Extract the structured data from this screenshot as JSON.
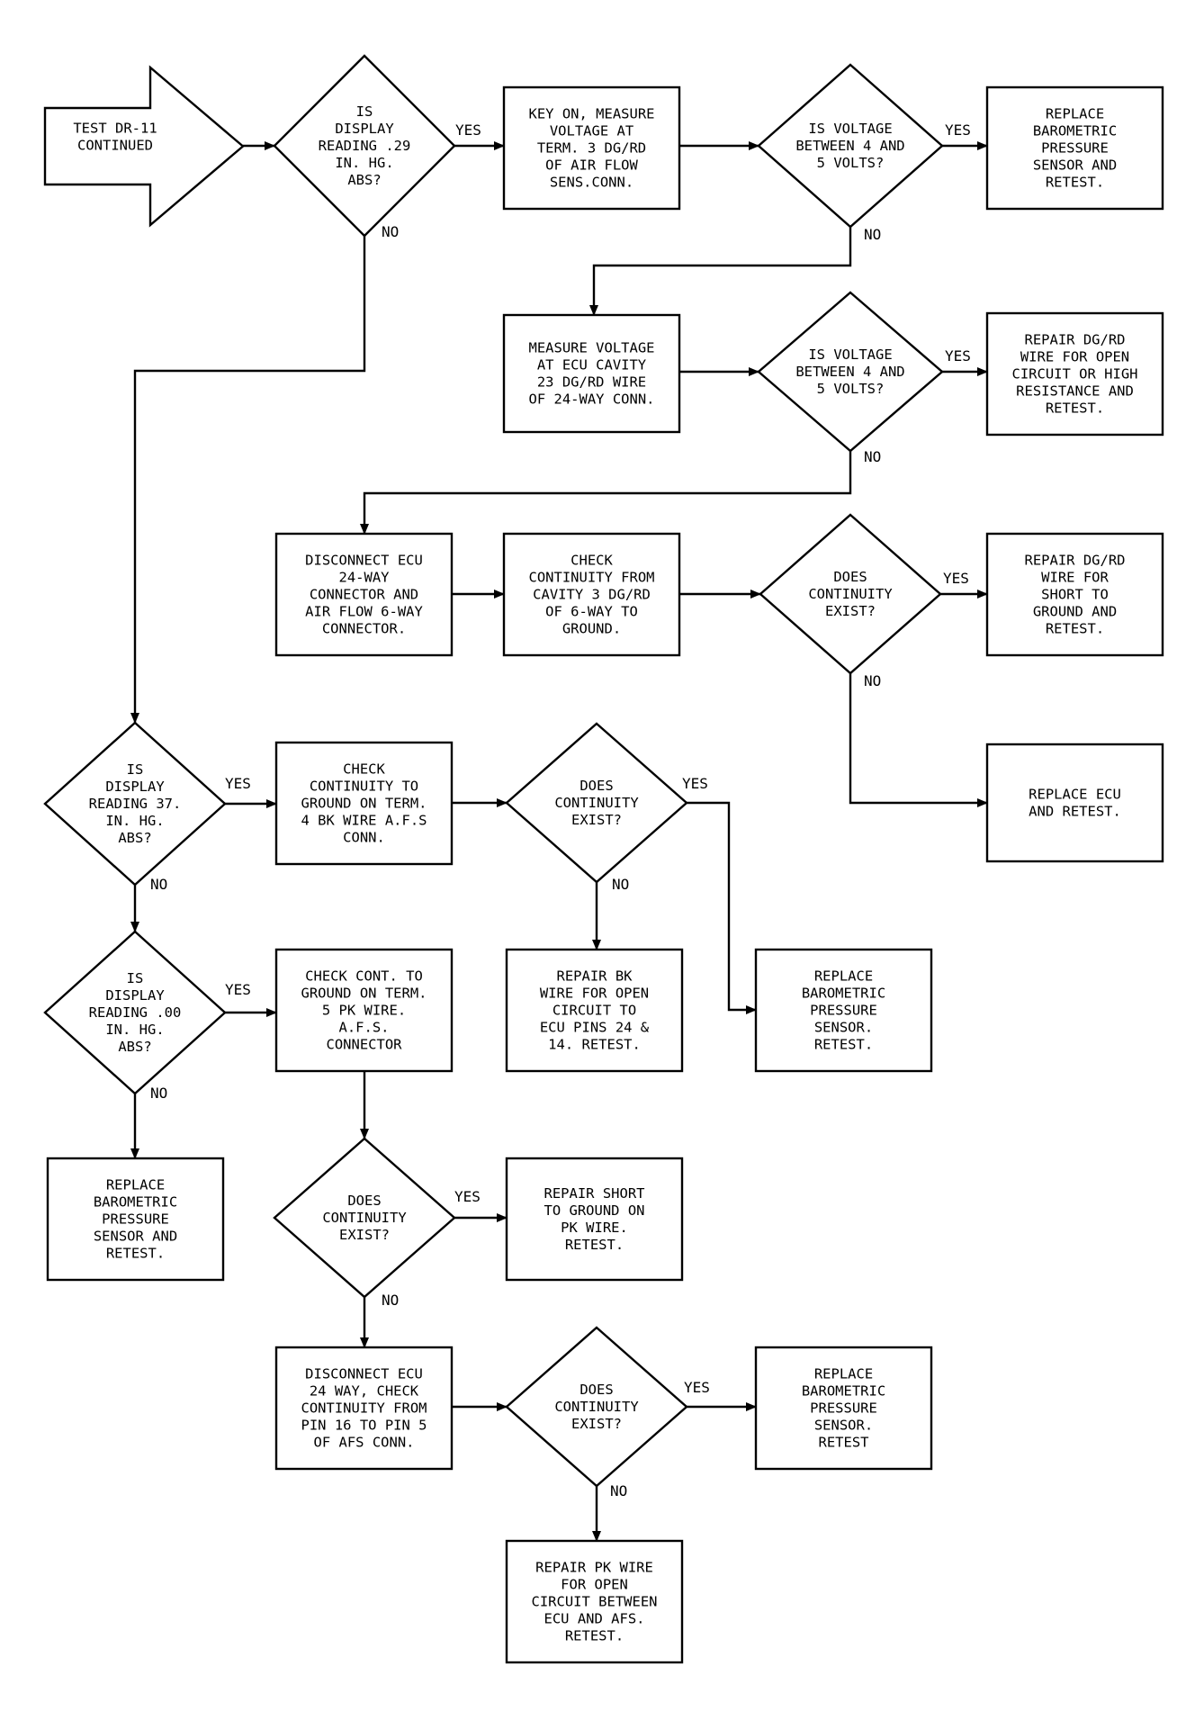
{
  "nodes": {
    "start": {
      "lines": [
        "TEST DR-11",
        "CONTINUED"
      ]
    },
    "d_display_29": {
      "lines": [
        "IS",
        "DISPLAY",
        "READING .29",
        "IN. HG.",
        "ABS?"
      ]
    },
    "p_key_on": {
      "lines": [
        "KEY ON, MEASURE",
        "VOLTAGE AT",
        "TERM. 3 DG/RD",
        "OF AIR FLOW",
        "SENS.CONN."
      ]
    },
    "d_voltage_1": {
      "lines": [
        "IS VOLTAGE",
        "BETWEEN 4 AND",
        "5 VOLTS?"
      ]
    },
    "e_replace_baro_1": {
      "lines": [
        "REPLACE",
        "BAROMETRIC",
        "PRESSURE",
        "SENSOR AND",
        "RETEST."
      ]
    },
    "p_measure_ecu": {
      "lines": [
        "MEASURE VOLTAGE",
        "AT ECU CAVITY",
        "23 DG/RD WIRE",
        "OF 24-WAY CONN."
      ]
    },
    "d_voltage_2": {
      "lines": [
        "IS VOLTAGE",
        "BETWEEN 4 AND",
        "5 VOLTS?"
      ]
    },
    "e_repair_open_high": {
      "lines": [
        "REPAIR DG/RD",
        "WIRE FOR OPEN",
        "CIRCUIT OR HIGH",
        "RESISTANCE AND",
        "RETEST."
      ]
    },
    "p_disconnect_ecu": {
      "lines": [
        "DISCONNECT ECU",
        "24-WAY",
        "CONNECTOR AND",
        "AIR FLOW 6-WAY",
        "CONNECTOR."
      ]
    },
    "p_check_cont_cavity3": {
      "lines": [
        "CHECK",
        "CONTINUITY FROM",
        "CAVITY 3 DG/RD",
        "OF 6-WAY TO",
        "GROUND."
      ]
    },
    "d_cont_1": {
      "lines": [
        "DOES",
        "CONTINUITY",
        "EXIST?"
      ]
    },
    "e_repair_short_dgrd": {
      "lines": [
        "REPAIR DG/RD",
        "WIRE FOR",
        "SHORT TO",
        "GROUND AND",
        "RETEST."
      ]
    },
    "e_replace_ecu": {
      "lines": [
        "REPLACE ECU",
        "AND RETEST."
      ]
    },
    "d_display_37": {
      "lines": [
        "IS",
        "DISPLAY",
        "READING 37.",
        "IN. HG.",
        "ABS?"
      ]
    },
    "p_check_cont_term4": {
      "lines": [
        "CHECK",
        "CONTINUITY TO",
        "GROUND ON TERM.",
        "4 BK WIRE A.F.S",
        "CONN."
      ]
    },
    "d_cont_2": {
      "lines": [
        "DOES",
        "CONTINUITY",
        "EXIST?"
      ]
    },
    "e_repair_bk": {
      "lines": [
        "REPAIR BK",
        "WIRE FOR OPEN",
        "CIRCUIT TO",
        "ECU PINS 24 &",
        "14. RETEST."
      ]
    },
    "e_replace_baro_2": {
      "lines": [
        "REPLACE",
        "BAROMETRIC",
        "PRESSURE",
        "SENSOR.",
        "RETEST."
      ]
    },
    "d_display_00": {
      "lines": [
        "IS",
        "DISPLAY",
        "READING .00",
        "IN. HG.",
        "ABS?"
      ]
    },
    "p_check_cont_term5": {
      "lines": [
        "CHECK CONT. TO",
        "GROUND ON TERM.",
        "5 PK WIRE.",
        "A.F.S.",
        "CONNECTOR"
      ]
    },
    "e_replace_baro_3": {
      "lines": [
        "REPLACE",
        "BAROMETRIC",
        "PRESSURE",
        "SENSOR AND",
        "RETEST."
      ]
    },
    "d_cont_3": {
      "lines": [
        "DOES",
        "CONTINUITY",
        "EXIST?"
      ]
    },
    "e_repair_short_pk": {
      "lines": [
        "REPAIR SHORT",
        "TO GROUND ON",
        "PK WIRE.",
        "RETEST."
      ]
    },
    "p_disconnect_ecu_24": {
      "lines": [
        "DISCONNECT ECU",
        "24 WAY, CHECK",
        "CONTINUITY FROM",
        "PIN 16 TO PIN 5",
        "OF AFS CONN."
      ]
    },
    "d_cont_4": {
      "lines": [
        "DOES",
        "CONTINUITY",
        "EXIST?"
      ]
    },
    "e_replace_baro_4": {
      "lines": [
        "REPLACE",
        "BAROMETRIC",
        "PRESSURE",
        "SENSOR.",
        "RETEST"
      ]
    },
    "e_repair_pk_open": {
      "lines": [
        "REPAIR PK WIRE",
        "FOR OPEN",
        "CIRCUIT BETWEEN",
        "ECU AND AFS.",
        "RETEST."
      ]
    }
  },
  "edge_labels": {
    "yes": "YES",
    "no": "NO"
  }
}
